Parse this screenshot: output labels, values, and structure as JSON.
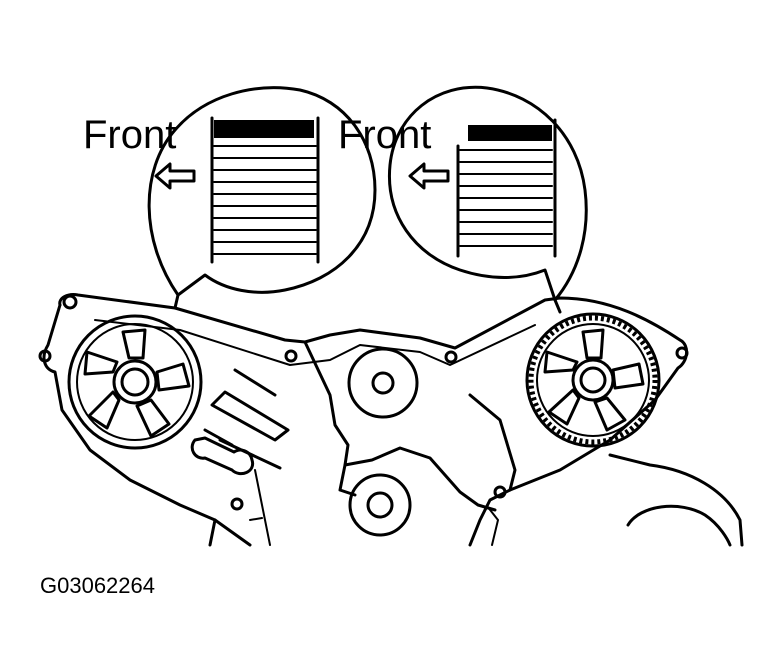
{
  "callouts": {
    "left": {
      "label": "Front"
    },
    "right": {
      "label": "Front"
    }
  },
  "figure_code": "G03062264",
  "colors": {
    "ink": "#000000",
    "paper": "#ffffff"
  },
  "icons": {
    "direction_arrow": "arrow-left-icon"
  }
}
